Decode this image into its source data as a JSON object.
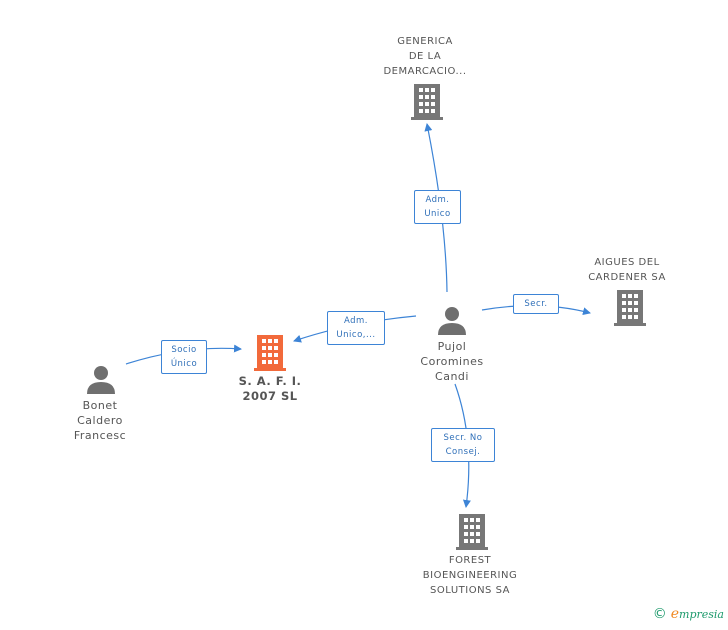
{
  "colors": {
    "edge": "#3d84d6",
    "building_gray": "#777777",
    "building_focus": "#f26a3b",
    "person": "#6f6f6f",
    "text": "#555555",
    "brand_green": "#1d9a6c",
    "brand_orange": "#f08a24"
  },
  "nodes": {
    "generica": {
      "icon": "building-icon",
      "lines": [
        "GENERICA",
        "DE LA",
        "DEMARCACIO..."
      ]
    },
    "aigues": {
      "icon": "building-icon",
      "lines": [
        "AIGUES DEL",
        "CARDENER SA"
      ]
    },
    "safi": {
      "icon": "building-icon",
      "lines": [
        "S. A. F. I.",
        "2007 SL"
      ]
    },
    "pujol": {
      "icon": "person-icon",
      "lines": [
        "Pujol",
        "Coromines",
        "Candi"
      ]
    },
    "bonet": {
      "icon": "person-icon",
      "lines": [
        "Bonet",
        "Caldero",
        "Francesc"
      ]
    },
    "forest": {
      "icon": "building-icon",
      "lines": [
        "FOREST",
        "BIOENGINEERING",
        "SOLUTIONS SA"
      ]
    }
  },
  "relations": {
    "adm_unico": {
      "lines": [
        "Adm.",
        "Unico"
      ]
    },
    "secr": {
      "lines": [
        "Secr."
      ]
    },
    "adm_unico_2": {
      "lines": [
        "Adm.",
        "Unico,..."
      ]
    },
    "socio_unico": {
      "lines": [
        "Socio",
        "Único"
      ]
    },
    "secr_no_consej": {
      "lines": [
        "Secr.  No",
        "Consej."
      ]
    }
  },
  "brand": {
    "copyright": "©",
    "logo_initial": "e",
    "logo_rest": "mpresia"
  }
}
